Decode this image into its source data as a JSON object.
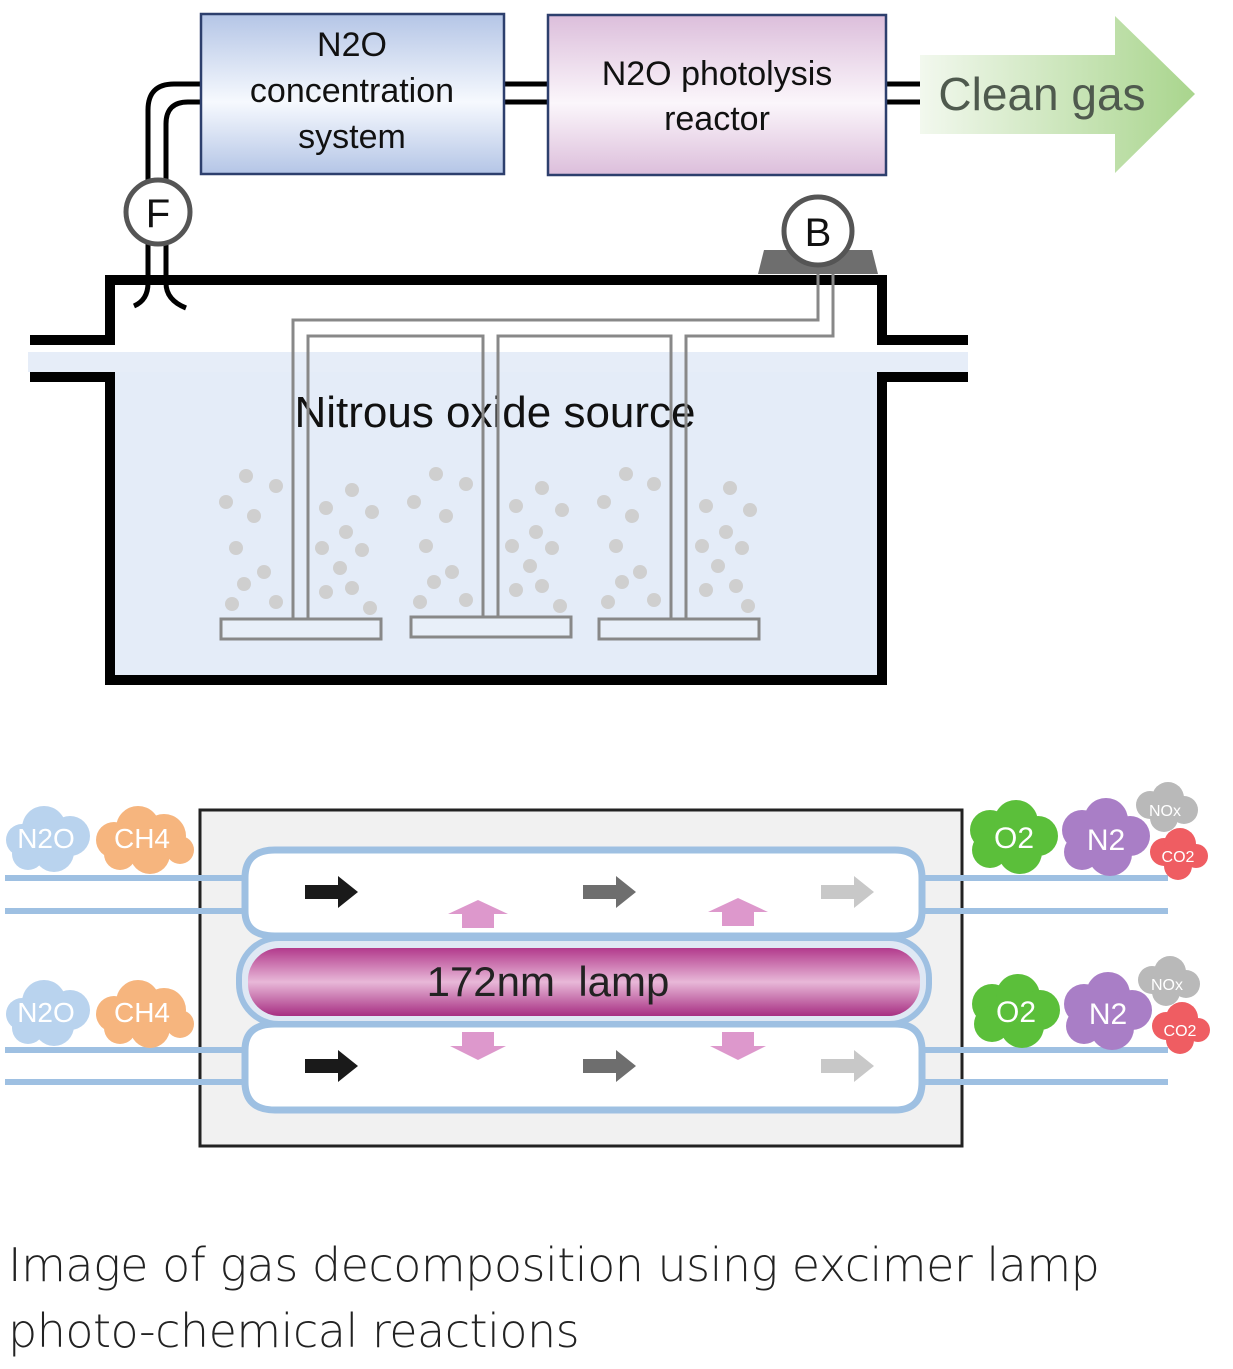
{
  "top_diagram": {
    "concentration_box": {
      "line1": "N2O",
      "line2": "concentration",
      "line3": "system"
    },
    "photolysis_box": {
      "line1": "N2O photolysis",
      "line2": "reactor"
    },
    "output_arrow": {
      "label": "Clean gas"
    },
    "flow_meter": {
      "label": "F"
    },
    "blower": {
      "label": "B"
    },
    "tank": {
      "label": "Nitrous oxide source"
    }
  },
  "bottom_diagram": {
    "lamp": {
      "label": "172nm  lamp"
    },
    "inputs": [
      {
        "gas1": "N2O",
        "gas2": "CH4"
      },
      {
        "gas1": "N2O",
        "gas2": "CH4"
      }
    ],
    "outputs": [
      {
        "o2": "O2",
        "n2": "N2",
        "nox": "NOx",
        "co2": "CO2"
      },
      {
        "o2": "O2",
        "n2": "N2",
        "nox": "NOx",
        "co2": "CO2"
      }
    ]
  },
  "caption": "Image of gas decomposition using excimer lamp photo-chemical reactions",
  "colors": {
    "concentration_box": "#c9d6ee",
    "photolysis_box": "#e6cfe4",
    "arrow": "#bfe0ad",
    "water": "#e4ecf8",
    "tube": "#9ec0e2",
    "lamp": "#b04a92",
    "n2o_cloud": "#b9d3ee",
    "ch4_cloud": "#f6b57e",
    "o2_cloud": "#5bbf3a",
    "n2_cloud": "#a97ec6",
    "nox_cloud": "#b9b9b9",
    "co2_cloud": "#ef5d62"
  }
}
